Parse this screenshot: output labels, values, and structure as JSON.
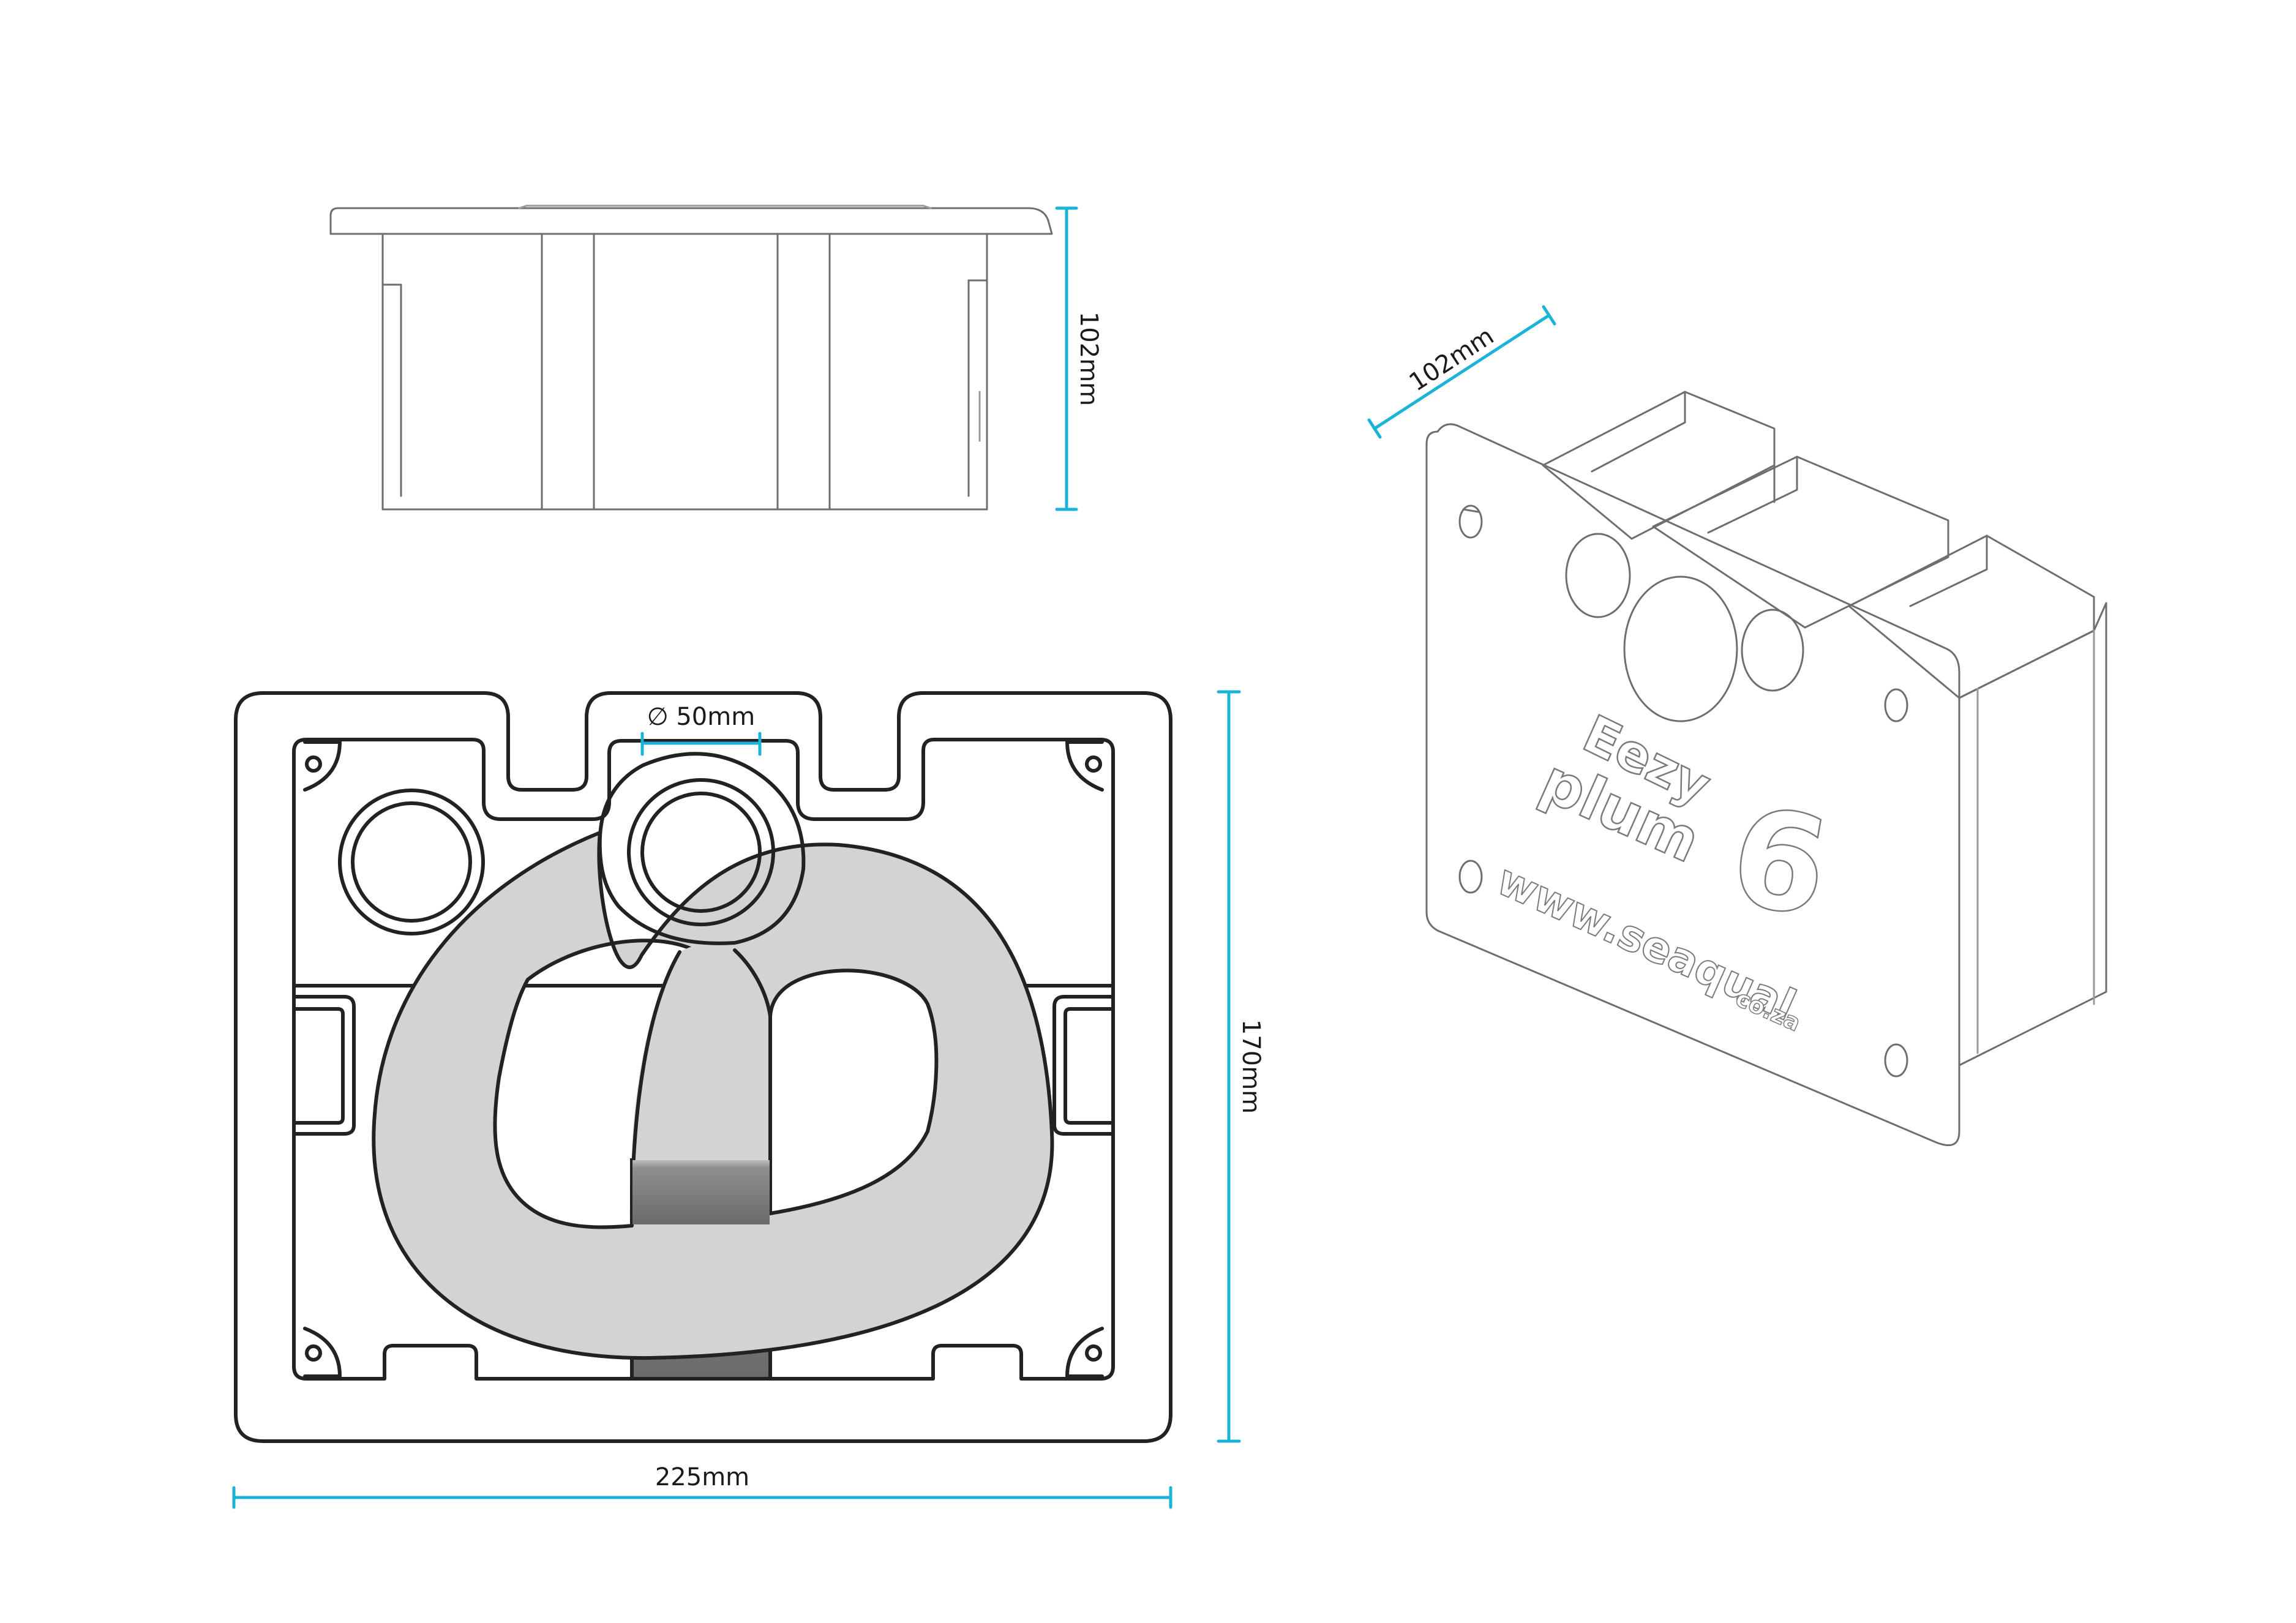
{
  "dimensions": {
    "side_height": "102mm",
    "iso_depth": "102mm",
    "front_height": "170mm",
    "front_width": "225mm",
    "hole_diameter": "∅ 50mm"
  },
  "branding": {
    "brand_top": "Eezy",
    "brand_bottom": "plum",
    "brand_number": "6",
    "website_main": "www.seaqual",
    "website_suffix": "co.za"
  },
  "colors": {
    "dimension_line": "#1cb3d8",
    "outline": "#222222",
    "hose_fill": "#d2d3d4",
    "pipe_fill": "#6b6b6b"
  }
}
